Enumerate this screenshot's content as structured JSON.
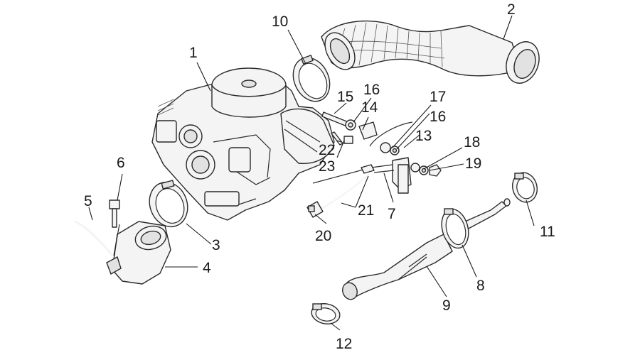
{
  "callouts": [
    {
      "id": "n1",
      "text": "1"
    },
    {
      "id": "n2",
      "text": "2"
    },
    {
      "id": "n3",
      "text": "3"
    },
    {
      "id": "n4",
      "text": "4"
    },
    {
      "id": "n5",
      "text": "5"
    },
    {
      "id": "n6",
      "text": "6"
    },
    {
      "id": "n7",
      "text": "7"
    },
    {
      "id": "n8",
      "text": "8"
    },
    {
      "id": "n9",
      "text": "9"
    },
    {
      "id": "n10",
      "text": "10"
    },
    {
      "id": "n11",
      "text": "11"
    },
    {
      "id": "n12",
      "text": "12"
    },
    {
      "id": "n13",
      "text": "13"
    },
    {
      "id": "n14",
      "text": "14"
    },
    {
      "id": "n15",
      "text": "15"
    },
    {
      "id": "n16a",
      "text": "16"
    },
    {
      "id": "n16b",
      "text": "16"
    },
    {
      "id": "n17",
      "text": "17"
    },
    {
      "id": "n18",
      "text": "18"
    },
    {
      "id": "n19",
      "text": "19"
    },
    {
      "id": "n20",
      "text": "20"
    },
    {
      "id": "n21",
      "text": "21"
    },
    {
      "id": "n22",
      "text": "22"
    },
    {
      "id": "n23",
      "text": "23"
    }
  ]
}
